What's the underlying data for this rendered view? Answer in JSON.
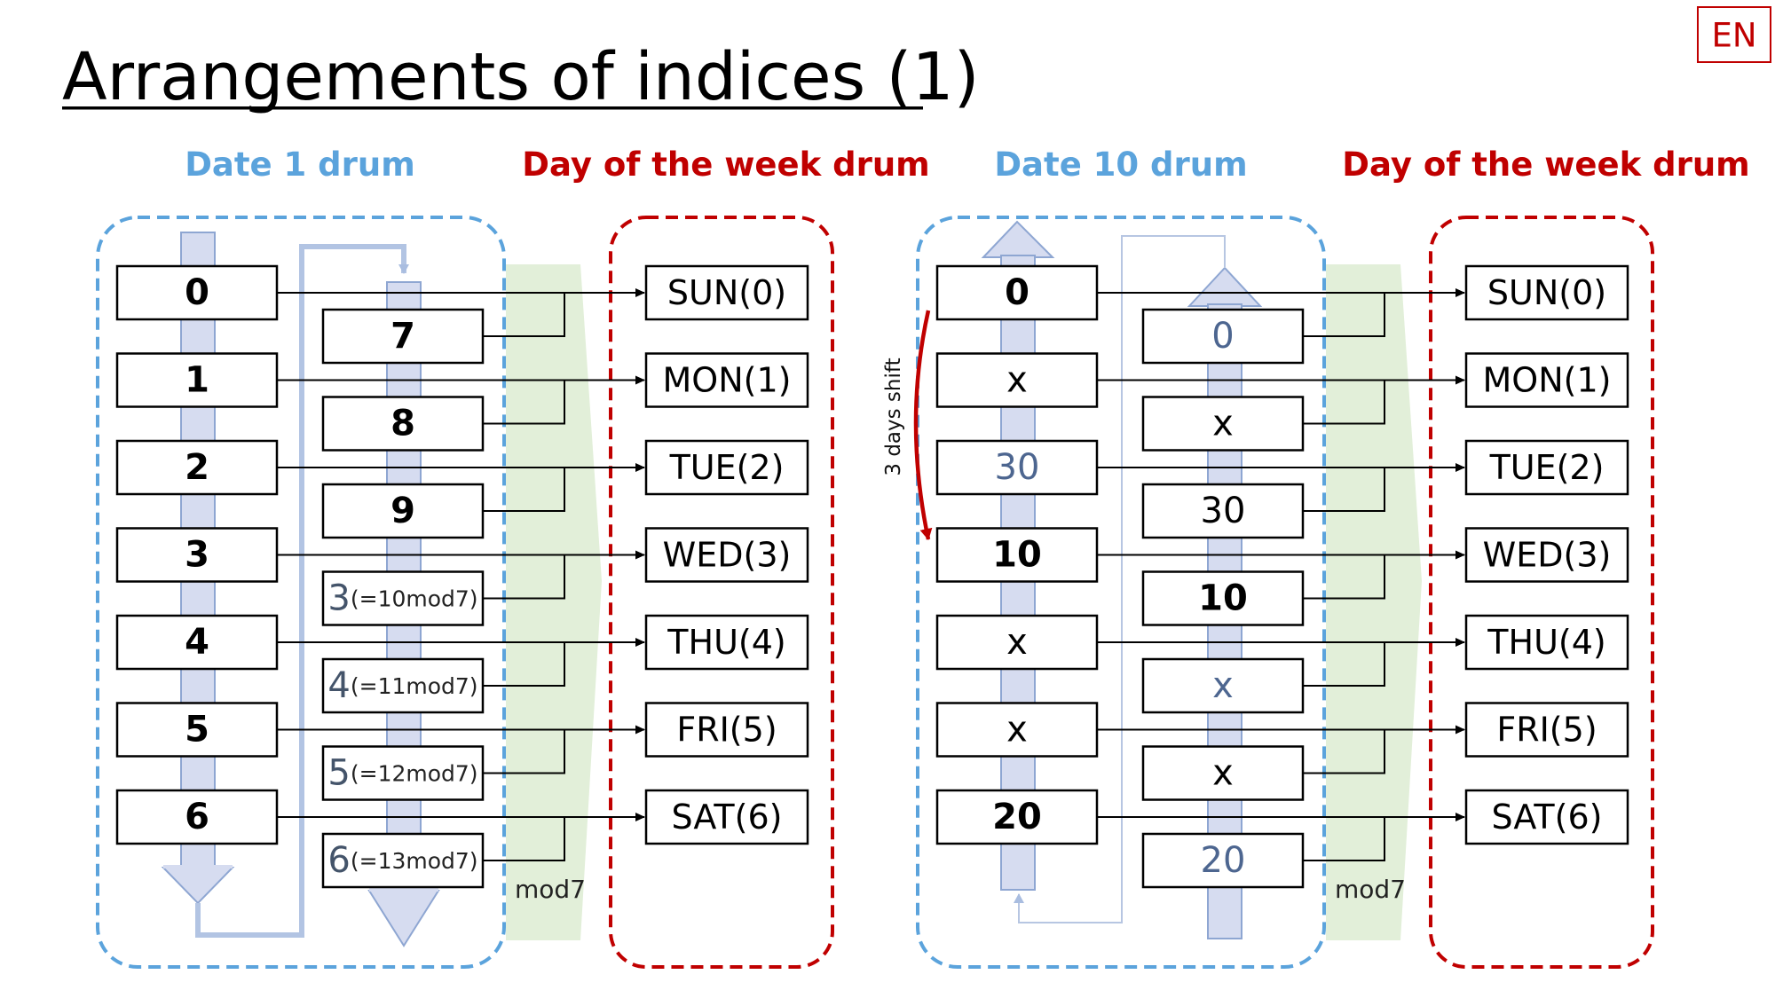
{
  "title": "Arrangements of indices (1)",
  "language_badge": "EN",
  "left_panel": {
    "date_drum_title": "Date 1 drum",
    "dow_drum_title": "Day of the week drum",
    "col1": [
      "0",
      "1",
      "2",
      "3",
      "4",
      "5",
      "6"
    ],
    "col2": [
      {
        "main": "7",
        "sub": ""
      },
      {
        "main": "8",
        "sub": ""
      },
      {
        "main": "9",
        "sub": ""
      },
      {
        "main": "3",
        "sub": "(=10mod7)"
      },
      {
        "main": "4",
        "sub": "(=11mod7)"
      },
      {
        "main": "5",
        "sub": "(=12mod7)"
      },
      {
        "main": "6",
        "sub": "(=13mod7)"
      }
    ],
    "days": [
      "SUN(0)",
      "MON(1)",
      "TUE(2)",
      "WED(3)",
      "THU(4)",
      "FRI(5)",
      "SAT(6)"
    ],
    "mod_label": "mod7"
  },
  "right_panel": {
    "date_drum_title": "Date 10 drum",
    "dow_drum_title": "Day of the week drum",
    "col1": [
      "0",
      "x",
      "30",
      "10",
      "x",
      "x",
      "20"
    ],
    "col2": [
      "0",
      "x",
      "30",
      "10",
      "x",
      "x",
      "20"
    ],
    "days": [
      "SUN(0)",
      "MON(1)",
      "TUE(2)",
      "WED(3)",
      "THU(4)",
      "FRI(5)",
      "SAT(6)"
    ],
    "mod_label": "mod7",
    "shift_label": "3 days shift"
  },
  "colors": {
    "date_blue": "#5ba3dc",
    "dow_red": "#c00000",
    "drum_fill": "#d6dcf0",
    "drum_stroke": "#8ea6d2",
    "green_fill": "#e2efd9"
  }
}
